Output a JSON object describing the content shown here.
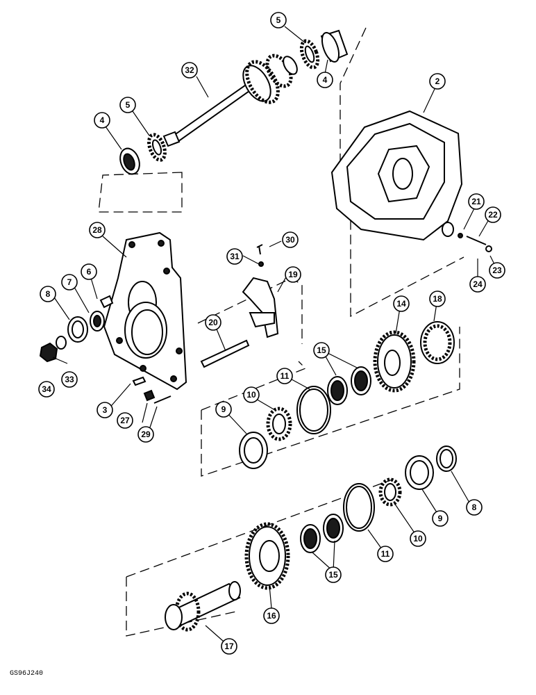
{
  "figure_code": "GS96J240",
  "callouts": [
    "2",
    "3",
    "4",
    "5",
    "6",
    "7",
    "8",
    "9",
    "10",
    "11",
    "14",
    "15",
    "16",
    "17",
    "18",
    "19",
    "20",
    "21",
    "22",
    "23",
    "24",
    "27",
    "28",
    "29",
    "30",
    "31",
    "32",
    "33",
    "34"
  ]
}
